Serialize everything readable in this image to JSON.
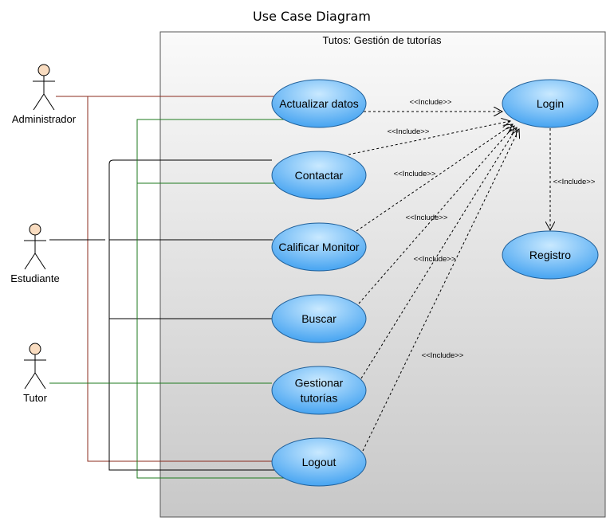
{
  "diagram": {
    "title": "Use Case Diagram",
    "system": {
      "title": "Tutos: Gestión de tutorías"
    },
    "actors": [
      {
        "id": "admin",
        "label": "Administrador"
      },
      {
        "id": "estudiante",
        "label": "Estudiante"
      },
      {
        "id": "tutor",
        "label": "Tutor"
      }
    ],
    "use_cases": [
      {
        "id": "actualizar",
        "lines": [
          "Actualizar datos"
        ]
      },
      {
        "id": "contactar",
        "lines": [
          "Contactar"
        ]
      },
      {
        "id": "calificar",
        "lines": [
          "Calificar Monitor"
        ]
      },
      {
        "id": "buscar",
        "lines": [
          "Buscar"
        ]
      },
      {
        "id": "gestionar",
        "lines": [
          "Gestionar",
          "tutorías"
        ]
      },
      {
        "id": "logout",
        "lines": [
          "Logout"
        ]
      },
      {
        "id": "login",
        "lines": [
          "Login"
        ]
      },
      {
        "id": "registro",
        "lines": [
          "Registro"
        ]
      }
    ],
    "associations": [
      {
        "actor": "admin",
        "use_cases": [
          "actualizar",
          "logout"
        ],
        "color": "#8b2b1e"
      },
      {
        "actor": "estudiante",
        "use_cases": [
          "contactar",
          "calificar",
          "buscar",
          "logout"
        ],
        "color": "#000000"
      },
      {
        "actor": "tutor",
        "use_cases": [
          "actualizar",
          "contactar",
          "gestionar",
          "logout"
        ],
        "color": "#1e7a1e"
      }
    ],
    "includes": [
      {
        "from": "actualizar",
        "to": "login",
        "label": "<<Include>>"
      },
      {
        "from": "contactar",
        "to": "login",
        "label": "<<Include>>"
      },
      {
        "from": "calificar",
        "to": "login",
        "label": "<<Include>>"
      },
      {
        "from": "buscar",
        "to": "login",
        "label": "<<Include>>"
      },
      {
        "from": "gestionar",
        "to": "login",
        "label": "<<Include>>"
      },
      {
        "from": "logout",
        "to": "login",
        "label": "<<Include>>"
      },
      {
        "from": "login",
        "to": "registro",
        "label": "<<Include>>"
      }
    ],
    "colors": {
      "use_case_fill_top": "#bfe4ff",
      "use_case_fill_bottom": "#3fa6f0",
      "use_case_stroke": "#1f5f99",
      "actor_head_fill": "#f9dcc0",
      "system_fill_top": "#fafafa",
      "system_fill_bottom": "#c8c8c8"
    }
  }
}
